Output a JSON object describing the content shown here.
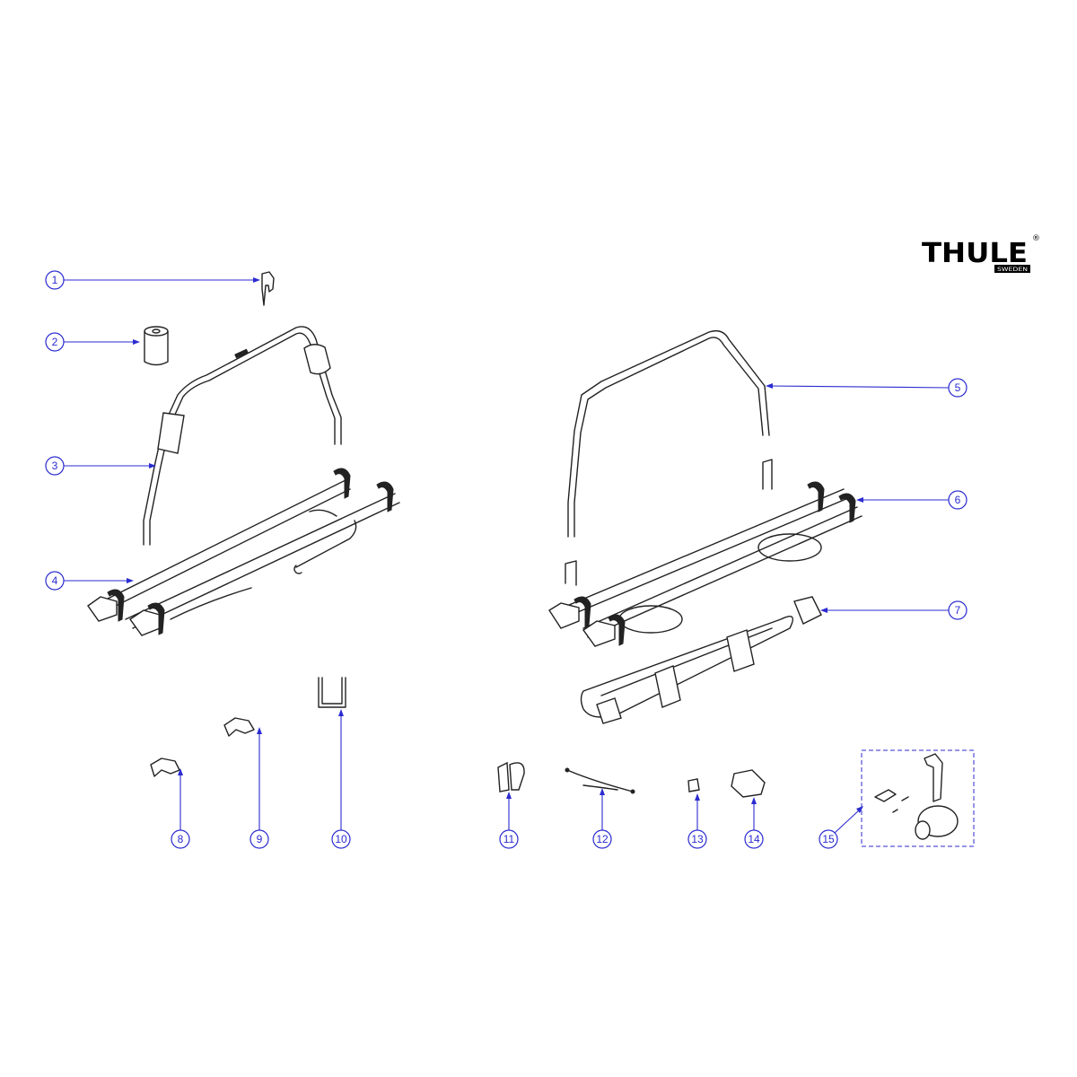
{
  "brand": {
    "name": "THULE",
    "sub": "SWEDEN",
    "mark": "®"
  },
  "callouts": [
    {
      "number": "1"
    },
    {
      "number": "2"
    },
    {
      "number": "3"
    },
    {
      "number": "4"
    },
    {
      "number": "5"
    },
    {
      "number": "6"
    },
    {
      "number": "7"
    },
    {
      "number": "8"
    },
    {
      "number": "9"
    },
    {
      "number": "10"
    },
    {
      "number": "11"
    },
    {
      "number": "12"
    },
    {
      "number": "13"
    },
    {
      "number": "14"
    },
    {
      "number": "15"
    }
  ],
  "colors": {
    "callout": "#2b2bd0",
    "line": "#222222"
  }
}
